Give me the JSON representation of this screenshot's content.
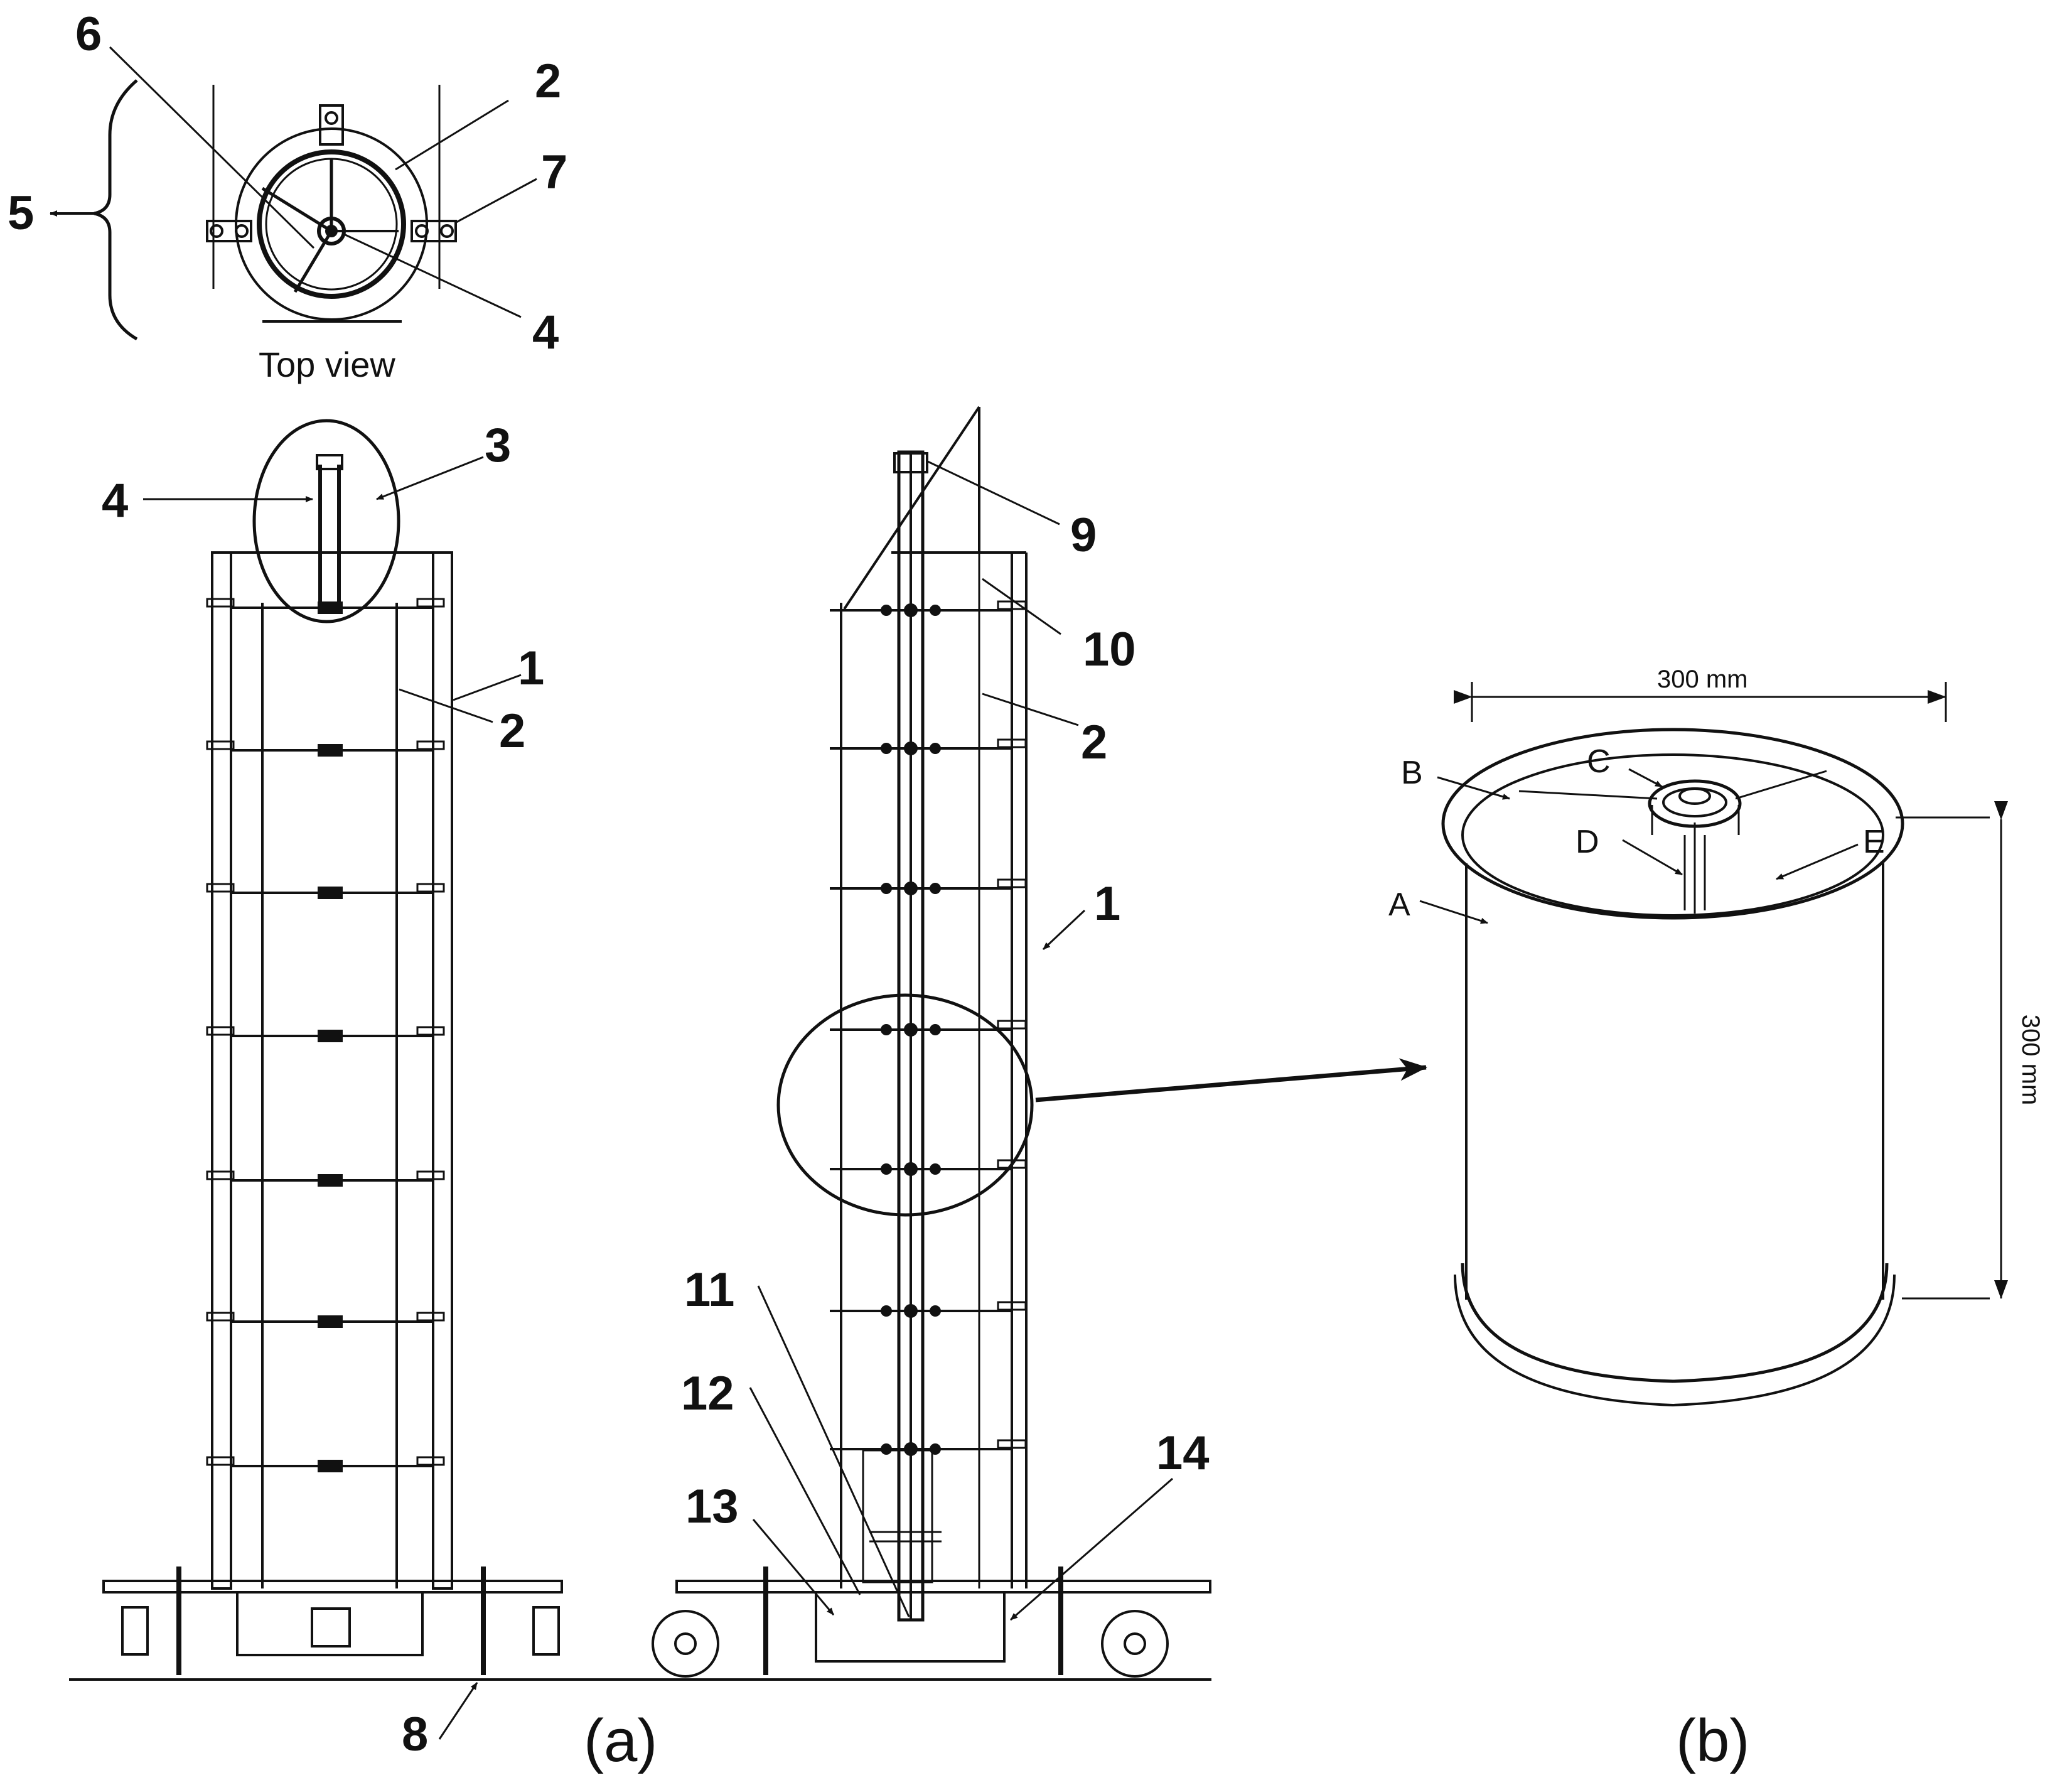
{
  "diagram": {
    "top_view": {
      "caption": "Top view",
      "callouts": {
        "c6": "6",
        "c2": "2",
        "c7": "7",
        "c5": "5",
        "c4": "4"
      }
    },
    "front_view": {
      "callouts": {
        "c4": "4",
        "c3": "3",
        "c1": "1",
        "c2": "2",
        "c8": "8"
      }
    },
    "side_view": {
      "callouts": {
        "c9": "9",
        "c10": "10",
        "c2": "2",
        "c1": "1",
        "c11": "11",
        "c12": "12",
        "c13": "13",
        "c14": "14"
      }
    },
    "module": {
      "width_label": "300 mm",
      "height_label": "300 mm",
      "parts": {
        "A": "A",
        "B": "B",
        "C": "C",
        "D": "D",
        "E": "E"
      }
    },
    "panel_labels": {
      "a": "(a)",
      "b": "(b)"
    }
  }
}
